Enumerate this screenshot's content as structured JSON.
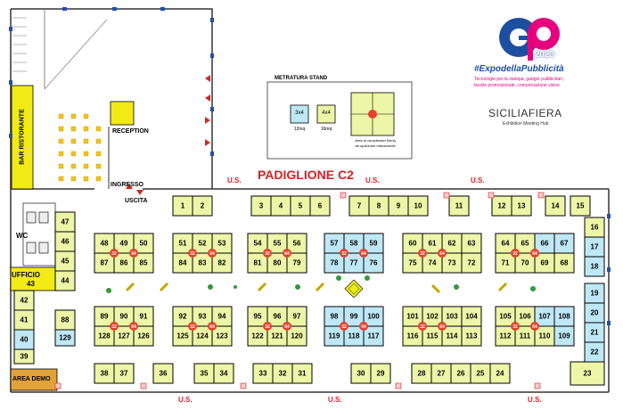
{
  "hall_title": "PADIGLIONE C2",
  "labels": {
    "bar": "BAR RISTORANTE",
    "reception": "RECEPTION",
    "ingresso": "INGRESSO",
    "uscita": "USCITA",
    "wc": "WC",
    "ufficio": "UFFICIO",
    "ufficio_num": "43",
    "area_demo": "AREA DEMO",
    "us": "U.S."
  },
  "legend": {
    "title": "METRATURA STAND",
    "small_label": "3x4",
    "small_area": "12mq",
    "mid_label": "4x4",
    "mid_area": "16mq",
    "big_caption_1": "Area di complessivi 64mq",
    "big_caption_2": "da opzionare interamente"
  },
  "logo": {
    "year": "2023",
    "hashtag": "#ExpodellaPubblicità",
    "tagline_1": "Tecnologie per la stampa, gadget pubblicitari,",
    "tagline_2": "tessile promozionale, comunicazione visiva",
    "partner": "SICILIAFIERA",
    "partner_sub": "Exhibition Meeting Hub"
  },
  "colors": {
    "stand": "#ecf6a6",
    "stand_blue": "#bfe8f6",
    "bar_yellow": "#f2ea15",
    "accent_red": "#d6281e",
    "hall_red": "#d61f26",
    "logo_pink": "#e6007e",
    "logo_blue": "#1d4fa0"
  },
  "stands": {
    "top_row": [
      "1",
      "2",
      "3",
      "4",
      "5",
      "6",
      "7",
      "8",
      "9",
      "10",
      "11",
      "12",
      "13",
      "14",
      "15"
    ],
    "right_col": [
      "16",
      "17",
      "18",
      "19",
      "20",
      "21",
      "22",
      "23"
    ],
    "bottom_row": [
      "24",
      "25",
      "26",
      "27",
      "28",
      "29",
      "30",
      "31",
      "32",
      "33",
      "34",
      "35",
      "36",
      "37",
      "38"
    ],
    "left_col": [
      "39",
      "40",
      "41",
      "42",
      "44",
      "45",
      "46",
      "47"
    ],
    "blocks_a": [
      "48",
      "49",
      "50",
      "51",
      "52",
      "53",
      "54",
      "55",
      "56",
      "57",
      "58",
      "59",
      "60",
      "61",
      "62",
      "63",
      "64",
      "65",
      "66",
      "67"
    ],
    "blocks_b": [
      "87",
      "86",
      "85",
      "84",
      "83",
      "82",
      "81",
      "80",
      "79",
      "78",
      "77",
      "76",
      "75",
      "74",
      "73",
      "72",
      "71",
      "70",
      "69",
      "68"
    ],
    "blocks_c": [
      "89",
      "90",
      "91",
      "92",
      "93",
      "94",
      "95",
      "96",
      "97",
      "98",
      "99",
      "100",
      "101",
      "102",
      "103",
      "104",
      "105",
      "106",
      "107",
      "108"
    ],
    "blocks_d": [
      "128",
      "127",
      "126",
      "125",
      "124",
      "123",
      "122",
      "121",
      "120",
      "119",
      "118",
      "117",
      "116",
      "115",
      "114",
      "113",
      "112",
      "111",
      "110",
      "109"
    ],
    "extra": [
      "88",
      "129"
    ]
  },
  "hub_numbers": [
    "32",
    "64"
  ]
}
